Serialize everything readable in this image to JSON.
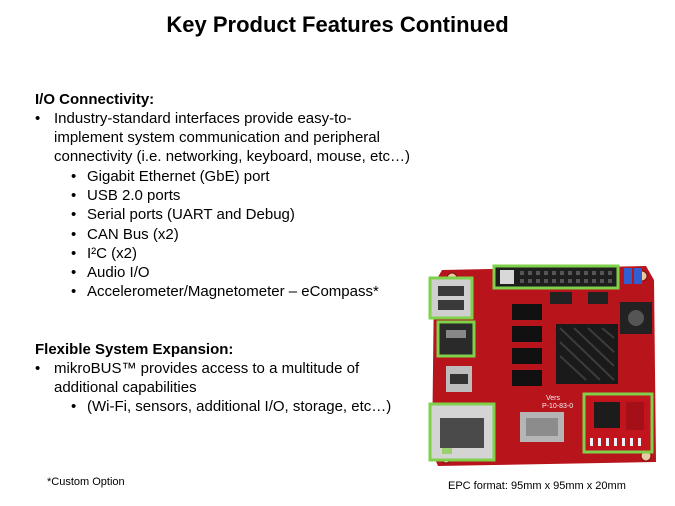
{
  "title": "Key Product Features Continued",
  "io": {
    "heading": "I/O Connectivity:",
    "bullet_lines": [
      "Industry-standard  interfaces provide easy-to-",
      "implement system communication and peripheral",
      "connectivity (i.e. networking, keyboard, mouse, etc…)"
    ],
    "sub_items": [
      "Gigabit Ethernet (GbE) port",
      "USB 2.0 ports",
      "Serial ports (UART and Debug)",
      "CAN Bus (x2)",
      "I²C (x2)",
      "Audio I/O",
      "Accelerometer/Magnetometer  – eCompass*"
    ]
  },
  "expansion": {
    "heading": "Flexible System Expansion:",
    "bullet_lines": [
      "mikroBUS™ provides access to a multitude of",
      "additional capabilities"
    ],
    "sub_items": [
      "(Wi-Fi, sensors, additional I/O, storage, etc…)"
    ]
  },
  "footnote": "*Custom Option",
  "caption": "EPC format: 95mm x 95mm x 20mm",
  "board_image": {
    "board_color": "#b8141c",
    "highlight_color": "#7fd04a",
    "heatsink_color": "#1a1a1a",
    "board_lettering": [
      "Vers",
      "P-10-83-0"
    ]
  }
}
